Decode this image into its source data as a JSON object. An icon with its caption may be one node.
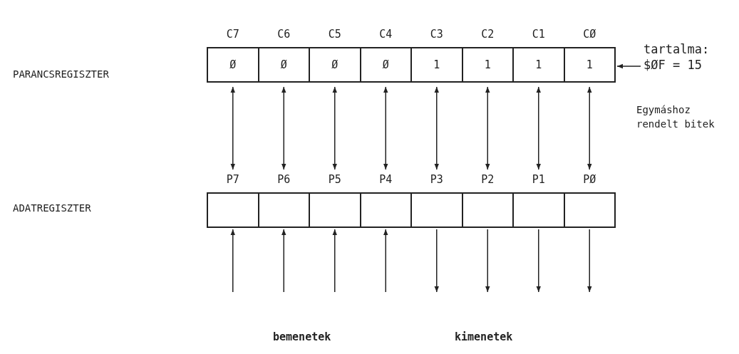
{
  "diagram": {
    "nodes": [
      {
        "text": [
          "C7",
          "Ø"
        ]
      },
      {
        "text": [
          "C6",
          "Ø"
        ]
      },
      {
        "text": [
          "C5",
          "Ø"
        ]
      },
      {
        "text": [
          "C4",
          "Ø"
        ]
      },
      {
        "text": [
          "C3",
          "1"
        ]
      },
      {
        "text": [
          "C2",
          "1"
        ]
      },
      {
        "text": [
          "C1",
          "1"
        ]
      },
      {
        "text": [
          "CØ",
          "1"
        ]
      },
      {
        "text": [
          "P7"
        ]
      },
      {
        "text": [
          "P6"
        ]
      },
      {
        "text": [
          "P5"
        ]
      },
      {
        "text": [
          "P4"
        ]
      },
      {
        "text": [
          "P3"
        ]
      },
      {
        "text": [
          "P2"
        ]
      },
      {
        "text": [
          "P1"
        ]
      },
      {
        "text": [
          "PØ"
        ]
      },
      {
        "text": [
          "tartalma: $ØF = 15"
        ]
      }
    ],
    "edges": [
      {
        "from": 0,
        "to": 8,
        "arrow": "both"
      },
      {
        "from": 1,
        "to": 9,
        "arrow": "both"
      },
      {
        "from": 2,
        "to": 10,
        "arrow": "both"
      },
      {
        "from": 3,
        "to": 11,
        "arrow": "both"
      },
      {
        "from": 4,
        "to": 12,
        "arrow": "both"
      },
      {
        "from": 5,
        "to": 13,
        "arrow": "both"
      },
      {
        "from": 6,
        "to": 14,
        "arrow": "both"
      },
      {
        "from": 7,
        "to": 15,
        "arrow": "both"
      },
      {
        "from": null,
        "to": 8,
        "arrow": "to"
      },
      {
        "from": null,
        "to": 9,
        "arrow": "to"
      },
      {
        "from": null,
        "to": 10,
        "arrow": "to"
      },
      {
        "from": null,
        "to": 11,
        "arrow": "to"
      },
      {
        "from": 12,
        "to": null,
        "arrow": "to"
      },
      {
        "from": 13,
        "to": null,
        "arrow": "to"
      },
      {
        "from": 14,
        "to": null,
        "arrow": "to"
      },
      {
        "from": 15,
        "to": null,
        "arrow": "to"
      },
      {
        "from": 16,
        "to": 7,
        "arrow": "to"
      }
    ],
    "labels": [
      "PARANCSREGISZTER",
      "Egymáshoz rendelt bitek",
      "ADATREGISZTER",
      "bemenetek",
      "kimenetek"
    ]
  }
}
